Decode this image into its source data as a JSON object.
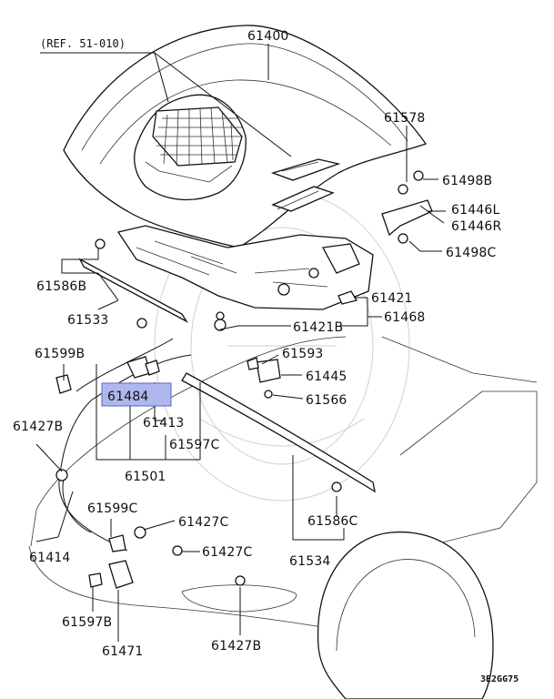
{
  "ref_note": "(REF. 51-010)",
  "diagram_code": "3E2GG75",
  "highlighted_part": "61484",
  "highlight_color": "#aeb8ee",
  "parts": {
    "hood": "61400",
    "p61578": "61578",
    "p61498B": "61498B",
    "p61446L": "61446L",
    "p61446R": "61446R",
    "p61498C": "61498C",
    "p61586B": "61586B",
    "p61533": "61533",
    "p61421": "61421",
    "p61421B": "61421B",
    "p61468": "61468",
    "p61599B": "61599B",
    "p61593": "61593",
    "p61484": "61484",
    "p61445": "61445",
    "p61566": "61566",
    "p61413": "61413",
    "p61427B_top": "61427B",
    "p61597C": "61597C",
    "p61501": "61501",
    "p61599C": "61599C",
    "p61427C_1": "61427C",
    "p61586C": "61586C",
    "p61427C_2": "61427C",
    "p61414": "61414",
    "p61534": "61534",
    "p61597B": "61597B",
    "p61471": "61471",
    "p61427B_bottom": "61427B"
  }
}
